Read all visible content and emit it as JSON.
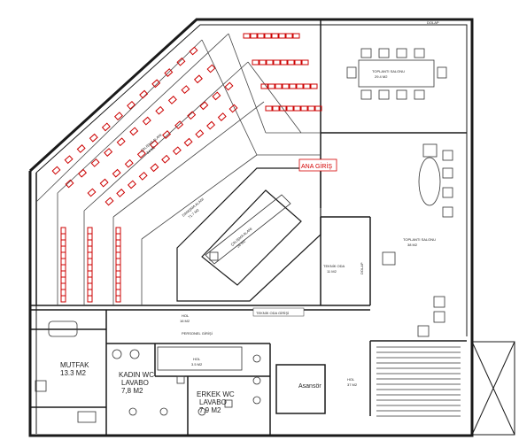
{
  "plan": {
    "rooms": {
      "dolap_top": "DOLAP",
      "toplanti_top_name": "TOPLANTI SALONU",
      "toplanti_top_area": "29.4 M2",
      "auditorium_name": "ÇALIŞMA ALANI",
      "auditorium_area": "84 M2",
      "main_hall_name": "DANIŞMA ALANI",
      "main_hall_area": "71.7 M2",
      "center_name": "ÇALIŞMA ALANI",
      "center_area": "26 M2",
      "ana_giris": "ANA GİRİŞ",
      "teknik_oda_name": "TEKNİK ODA",
      "teknik_oda_area": "11 M2",
      "teknik_oda_giris": "TEKNİK ODA GİRİŞİ",
      "toplanti_right_name": "TOPLANTI SALONU",
      "toplanti_right_area": "38 M2",
      "dolap_right": "DOLAP",
      "hol_center_name": "HOL",
      "hol_center_area": "16 M2",
      "mutfak_name": "MUTFAK",
      "mutfak_area": "13.3 M2",
      "kadin_wc_name": "KADIN WC",
      "kadin_wc_sub": "LAVABO",
      "kadin_wc_area": "7,8 M2",
      "hol_wc_name": "HOL",
      "hol_wc_area": "3.5 M2",
      "erkek_wc_name": "ERKEK WC",
      "erkek_wc_sub": "LAVABO",
      "erkek_wc_area": "7.9 M2",
      "asansor": "Asansör",
      "hol_right_name": "HOL",
      "hol_right_area": "37 M2",
      "personel_giris": "PERSONEL GİRİŞİ"
    },
    "colors": {
      "walls": "#1a1a1a",
      "thin": "#444444",
      "seats": "#cc0000",
      "label_red": "#d40000"
    }
  }
}
